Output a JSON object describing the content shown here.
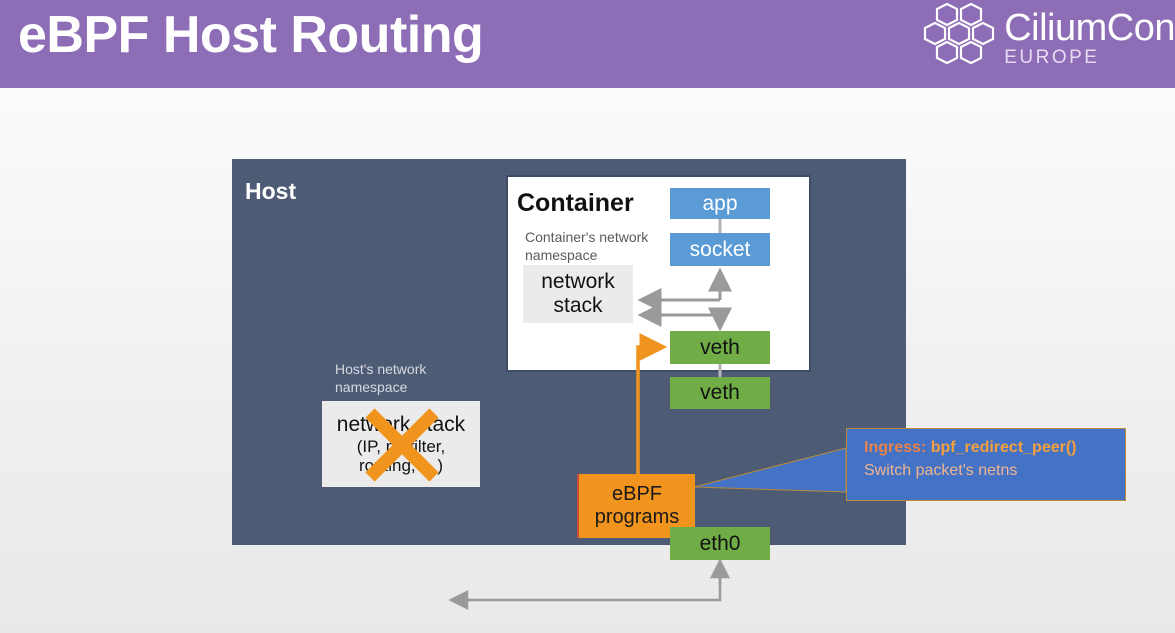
{
  "header": {
    "title": "eBPF Host Routing",
    "background_color": "#8d6db6",
    "logo": {
      "icon": "cilium-hexagons-icon",
      "name": "CiliumCon",
      "subtitle": "EUROPE"
    }
  },
  "diagram": {
    "host": {
      "label": "Host",
      "background_color": "#4e5b75",
      "namespace_label": "Host's network\nnamespace",
      "network_stack": {
        "line1": "network stack",
        "line2": "(IP, netfilter,",
        "line3": "routing, …)",
        "crossed_out": true,
        "cross_color": "#f0941e"
      }
    },
    "container": {
      "label": "Container",
      "namespace_label": "Container's network\nnamespace",
      "network_stack": {
        "line1": "network",
        "line2": "stack"
      }
    },
    "nodes": {
      "app": "app",
      "socket": "socket",
      "veth_upper": "veth",
      "veth_lower": "veth",
      "eth0": "eth0",
      "ebpf_line1": "eBPF",
      "ebpf_line2": "programs"
    },
    "callout": {
      "line1_lead": "Ingress: ",
      "line1_code": "bpf_redirect_peer()",
      "line2": "Switch packet's netns",
      "background_color": "#4472c4",
      "accent_color": "#f5a03c"
    },
    "colors": {
      "blue_node": "#5b9bd5",
      "green_node": "#70ad47",
      "orange_node": "#f0941e",
      "arrow_gray": "#9a9a9a",
      "arrow_orange": "#f0941e"
    }
  }
}
